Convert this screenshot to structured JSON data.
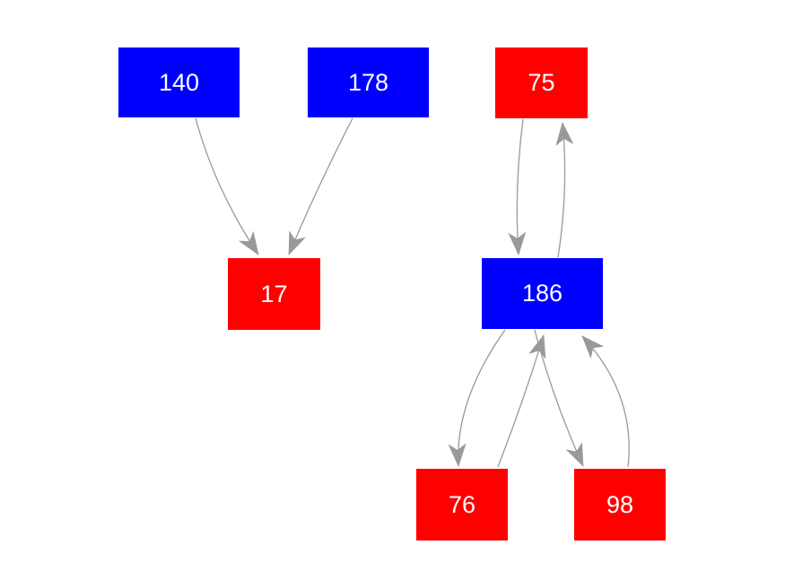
{
  "graph": {
    "nodes": [
      {
        "id": "140",
        "label": "140",
        "color": "blue"
      },
      {
        "id": "178",
        "label": "178",
        "color": "blue"
      },
      {
        "id": "75",
        "label": "75",
        "color": "red"
      },
      {
        "id": "17",
        "label": "17",
        "color": "red"
      },
      {
        "id": "186",
        "label": "186",
        "color": "blue"
      },
      {
        "id": "76",
        "label": "76",
        "color": "red"
      },
      {
        "id": "98",
        "label": "98",
        "color": "red"
      }
    ],
    "edges": [
      {
        "from": "140",
        "to": "17"
      },
      {
        "from": "178",
        "to": "17"
      },
      {
        "from": "75",
        "to": "186"
      },
      {
        "from": "186",
        "to": "75"
      },
      {
        "from": "186",
        "to": "76"
      },
      {
        "from": "76",
        "to": "186"
      },
      {
        "from": "186",
        "to": "98"
      },
      {
        "from": "98",
        "to": "186"
      }
    ]
  },
  "colors": {
    "background": "#ffffff",
    "node_blue": "#0000ff",
    "node_red": "#ff0000",
    "node_label": "#ffffff",
    "edge": "#999999"
  }
}
